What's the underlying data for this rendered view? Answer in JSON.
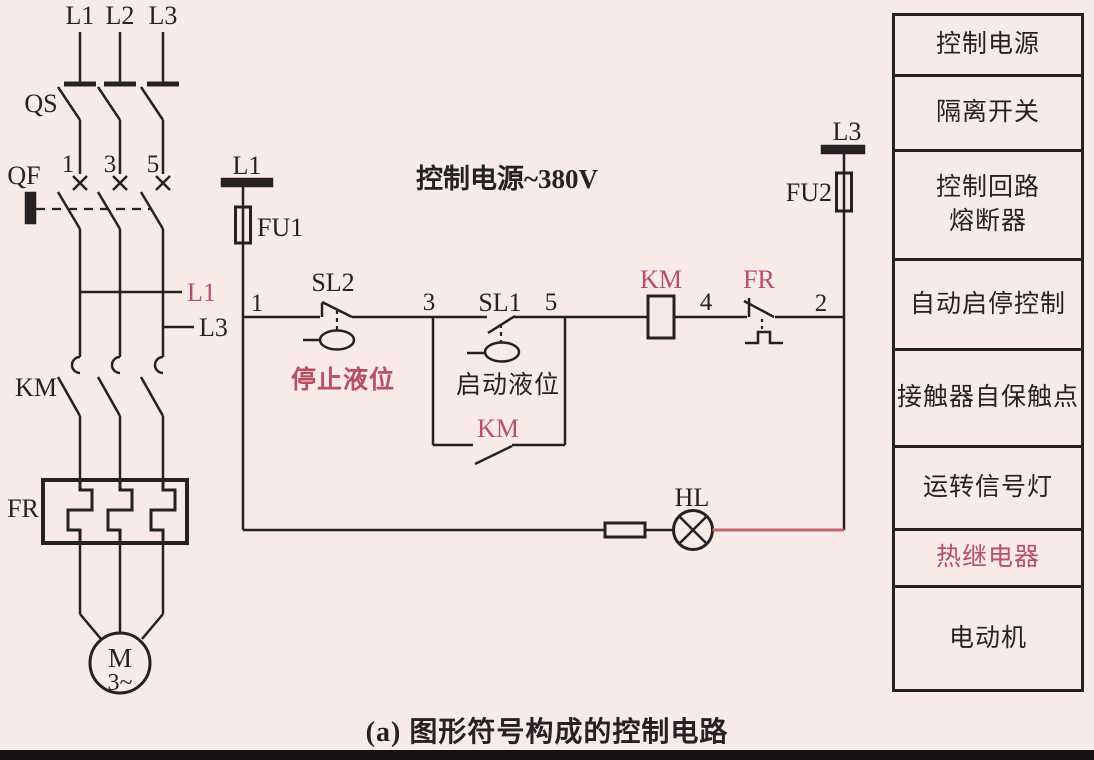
{
  "colors": {
    "background": "#f7eae9",
    "line": "#262123",
    "red": "#b94f62",
    "red_wire": "#c0696b"
  },
  "power": {
    "phase_l1": "L1",
    "phase_l2": "L2",
    "phase_l3": "L3",
    "qs": "QS",
    "qf": "QF",
    "km": "KM",
    "fr": "FR",
    "t1": "1",
    "t3": "3",
    "t5": "5",
    "tap_l1": "L1",
    "tap_l3": "L3",
    "motor_m": "M",
    "motor_3ph": "3~"
  },
  "control": {
    "title": "控制电源~380V",
    "l1": "L1",
    "fu1": "FU1",
    "l3": "L3",
    "fu2": "FU2",
    "n1": "1",
    "n3": "3",
    "n5": "5",
    "n4": "4",
    "n2": "2",
    "sl2": "SL2",
    "sl1": "SL1",
    "stop": "停止液位",
    "start": "启动液位",
    "km_contact": "KM",
    "km_coil": "KM",
    "fr": "FR",
    "hl": "HL"
  },
  "legend": {
    "rows": [
      {
        "label": "控制电源"
      },
      {
        "label": "隔离开关"
      },
      {
        "label": "控制回路\n熔断器"
      },
      {
        "label": "自动启停控制"
      },
      {
        "label": "接触器自保触点"
      },
      {
        "label": "运转信号灯"
      },
      {
        "label": "热继电器"
      },
      {
        "label": "电动机"
      }
    ]
  },
  "caption": "(a)  图形符号构成的控制电路"
}
